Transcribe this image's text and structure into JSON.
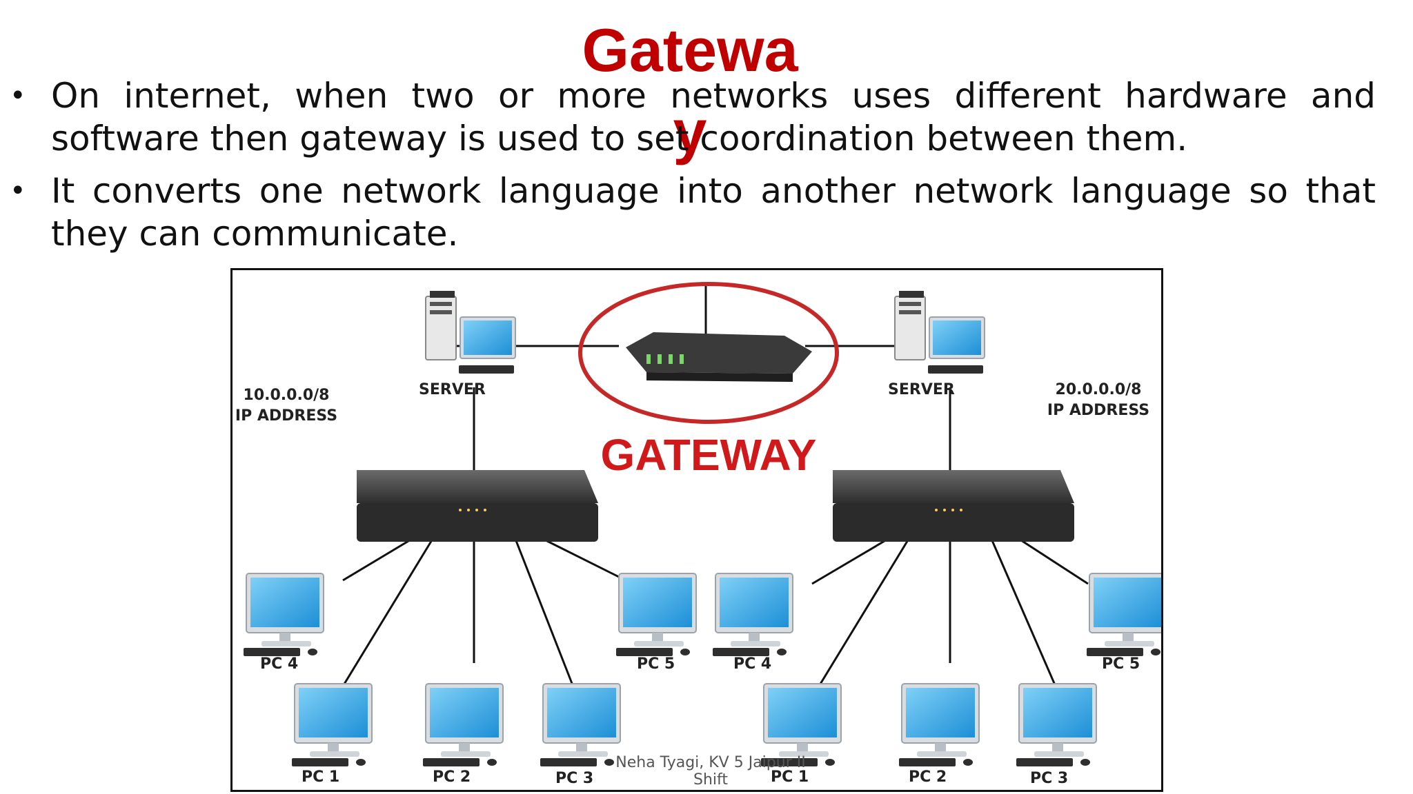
{
  "slide": {
    "title": "Gateway",
    "bullets": [
      "On internet, when two or more networks uses different hardware and software then  gateway is used to set coordination between them.",
      "It converts    one network language into another network language so that they can  communicate."
    ],
    "footer": "Neha Tyagi, KV 5 Jaipur II Shift"
  },
  "diagram": {
    "gateway_label": "GATEWAY",
    "left_network": {
      "ip_line1": "10.0.0.0/8",
      "ip_line2": "IP ADDRESS",
      "server_label": "SERVER",
      "pcs": [
        "PC 4",
        "PC 5",
        "PC 1",
        "PC 2",
        "PC 3"
      ]
    },
    "right_network": {
      "ip_line1": "20.0.0.0/8",
      "ip_line2": "IP ADDRESS",
      "server_label": "SERVER",
      "pcs": [
        "PC 4",
        "PC 5",
        "PC 1",
        "PC 2",
        "PC 3"
      ]
    }
  },
  "colors": {
    "title": "#c00000",
    "gateway_label": "#d0191b",
    "ellipse": "#c62828",
    "monitor_screen": "#2aa6e8",
    "switch": "#3a3a3a"
  }
}
